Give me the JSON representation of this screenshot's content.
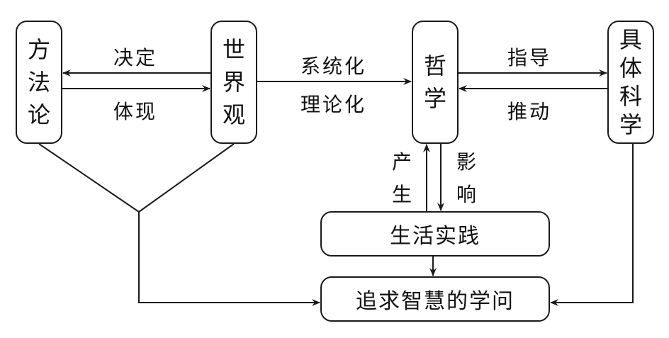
{
  "nodes": {
    "methodology": {
      "chars": [
        "方",
        "法",
        "论"
      ]
    },
    "worldview": {
      "chars": [
        "世",
        "界",
        "观"
      ]
    },
    "philosophy": {
      "chars": [
        "哲",
        "学"
      ]
    },
    "specific_science": {
      "chars": [
        "具",
        "体",
        "科",
        "学"
      ]
    },
    "life_practice": {
      "label": "生活实践"
    },
    "pursuit_of_wisdom": {
      "label": "追求智慧的学问"
    }
  },
  "edges": {
    "determines": "决定",
    "embodies": "体现",
    "systematized": "系统化",
    "theorized": "理论化",
    "guides": "指导",
    "promotes": "推动",
    "produces": [
      "产",
      "生"
    ],
    "influences": [
      "影",
      "响"
    ]
  },
  "colors": {
    "line": "#1a1a1a",
    "background": "#ffffff"
  }
}
